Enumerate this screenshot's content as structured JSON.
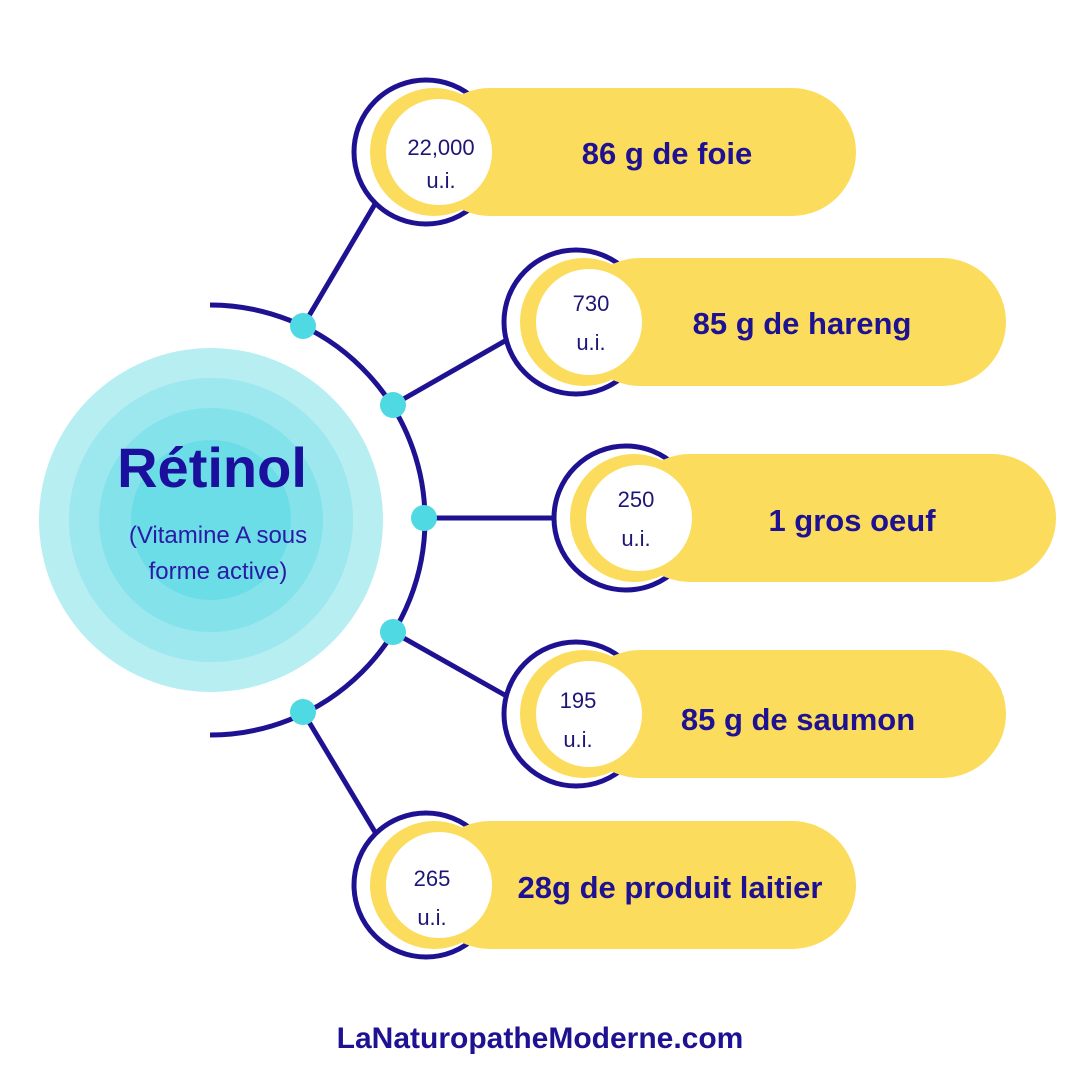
{
  "center": {
    "title": "Rétinol",
    "subtitle_line1": "(Vitamine A sous",
    "subtitle_line2": "forme active)"
  },
  "items": [
    {
      "amount_line1": "22,000",
      "amount_line2": "u.i.",
      "food": "86 g de foie"
    },
    {
      "amount_line1": "730",
      "amount_line2": "u.i.",
      "food": "85 g de hareng"
    },
    {
      "amount_line1": "250",
      "amount_line2": "u.i.",
      "food": "1 gros oeuf"
    },
    {
      "amount_line1": "195",
      "amount_line2": "u.i.",
      "food": "85 g de saumon"
    },
    {
      "amount_line1": "265",
      "amount_line2": "u.i.",
      "food": "28g de produit laitier"
    }
  ],
  "footer": {
    "site": "LaNaturopatheModerne.com"
  },
  "colors": {
    "navy": "#1e1292",
    "yellow": "#fcdc5c",
    "cyan_dot": "#4fd9e3",
    "circle_outer": "#b6eef2",
    "circle_inner": "#62dbe5"
  }
}
